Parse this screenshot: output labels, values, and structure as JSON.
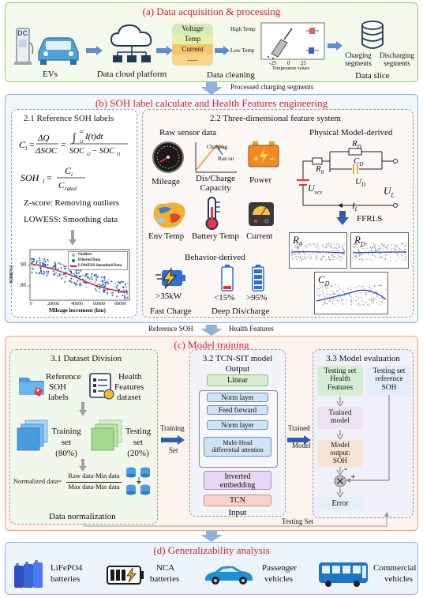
{
  "section_a": {
    "title": "(a) Data acquisition & processing",
    "evs_label": "EVs",
    "cloud_label": "Data cloud platform",
    "cleaning_label": "Data cleaning",
    "slice_label": "Data slice",
    "stack_items": [
      "Voltage",
      "Temp",
      "Current",
      "......"
    ],
    "high_temp": "High Temp",
    "low_temp": "Low Temp",
    "temp_axis_ticks": [
      "-25",
      "0",
      "25"
    ],
    "temp_axis_label": "Temperature values",
    "charging_segments": "Charging segments",
    "discharging_segments": "Discharging segments",
    "dc_label": "DC"
  },
  "between_ab": "Processed charging segments",
  "section_b": {
    "title": "(b) SOH label calculate and Health Features engineering",
    "soh_title": "2.1 Reference SOH labels",
    "zscore": "Z-score: Removing outliers",
    "lowess": "LOWESS: Smoothing data",
    "chart_legend": [
      "Outliers",
      "Filtered Data",
      "LOWESS Smoothed Data"
    ],
    "chart_xlabel": "Mileage increment (km)",
    "chart_ylabel": "SOH(%)",
    "chart_xticks": [
      "0",
      "20000",
      "40000",
      "60000",
      "80000"
    ],
    "chart_yticks": [
      "90",
      "80"
    ],
    "feat_title": "2.2 Three-dimensional feature system",
    "raw_sensor": "Raw sensor data",
    "charging": "Charging",
    "run_on": "Run on",
    "mileage": "Mileage",
    "dis_charge": "Dis/Charge",
    "capacity": "Capacity",
    "power": "Power",
    "env_temp": "Env Temp",
    "battery_temp": "Battery Temp",
    "current": "Current",
    "behavior": "Behavior-derived",
    "fast_val": ">35kW",
    "fast_label": "Fast Charge",
    "low_val": "<15%",
    "high_val": ">95%",
    "deep_label": "Deep Dis/charge",
    "physical": "Physical Model-derived",
    "ffrls": "FFRLS",
    "ocv_label": "U",
    "ocv_sub": "ocv",
    "ul_label": "U",
    "ul_sub": "L",
    "ud_label": "U",
    "ud_sub": "D",
    "il_label": "I",
    "il_sub": "L",
    "r0_label": "R",
    "r0_sub": "0",
    "rd_label": "R",
    "rd_sub": "D",
    "cd_label": "C",
    "cd_sub": "D"
  },
  "between_bc": {
    "left": "Reference SOH",
    "right": "Health Features"
  },
  "section_c": {
    "title": "(c) Model training",
    "div_title": "3.1 Dataset Division",
    "ref_soh": [
      "Reference",
      "SOH",
      "labels"
    ],
    "health_dataset": [
      "Health",
      "Features",
      "dataset"
    ],
    "training_set": [
      "Training",
      "set",
      "(80%)"
    ],
    "testing_set": [
      "Testing",
      "set",
      "(20%)"
    ],
    "norm_left": "Normalized data=",
    "norm_num": "Raw data-Min data",
    "norm_den": "Max data-Min data",
    "norm_label": "Data normalization",
    "train_arrow": [
      "Training",
      "Set"
    ],
    "model_title": [
      "3.2 TCN-SIT model"
    ],
    "output": "Output",
    "linear": "Linear",
    "norm_layer": "Norm layer",
    "feed_forward": "Feed forward",
    "mha": [
      "Multi-Head",
      "differential attention"
    ],
    "inverted": [
      "Inverted",
      "embedding"
    ],
    "tcn": "TCN",
    "input": "Input",
    "trained_arrow": [
      "Trained",
      "Model"
    ],
    "eval_title": "3.3 Model evaluation",
    "test_health": [
      "Testing set",
      "Health",
      "Features"
    ],
    "test_ref": [
      "Testing set",
      "reference",
      "SOH"
    ],
    "trained_model": [
      "Trained",
      "model"
    ],
    "model_output": [
      "Model",
      "output:",
      "SOH"
    ],
    "error": "Error",
    "minus": "-",
    "plus": "+",
    "testing_set_bottom": "Testing Set"
  },
  "section_d": {
    "title": "(d) Generalizability analysis",
    "items": [
      {
        "l1": "LiFePO4",
        "l2": "batteries"
      },
      {
        "l1": "NCA",
        "l2": "batteries"
      },
      {
        "l1": "Passenger",
        "l2": "vehicles"
      },
      {
        "l1": "Commercial",
        "l2": "vehicles"
      }
    ]
  }
}
